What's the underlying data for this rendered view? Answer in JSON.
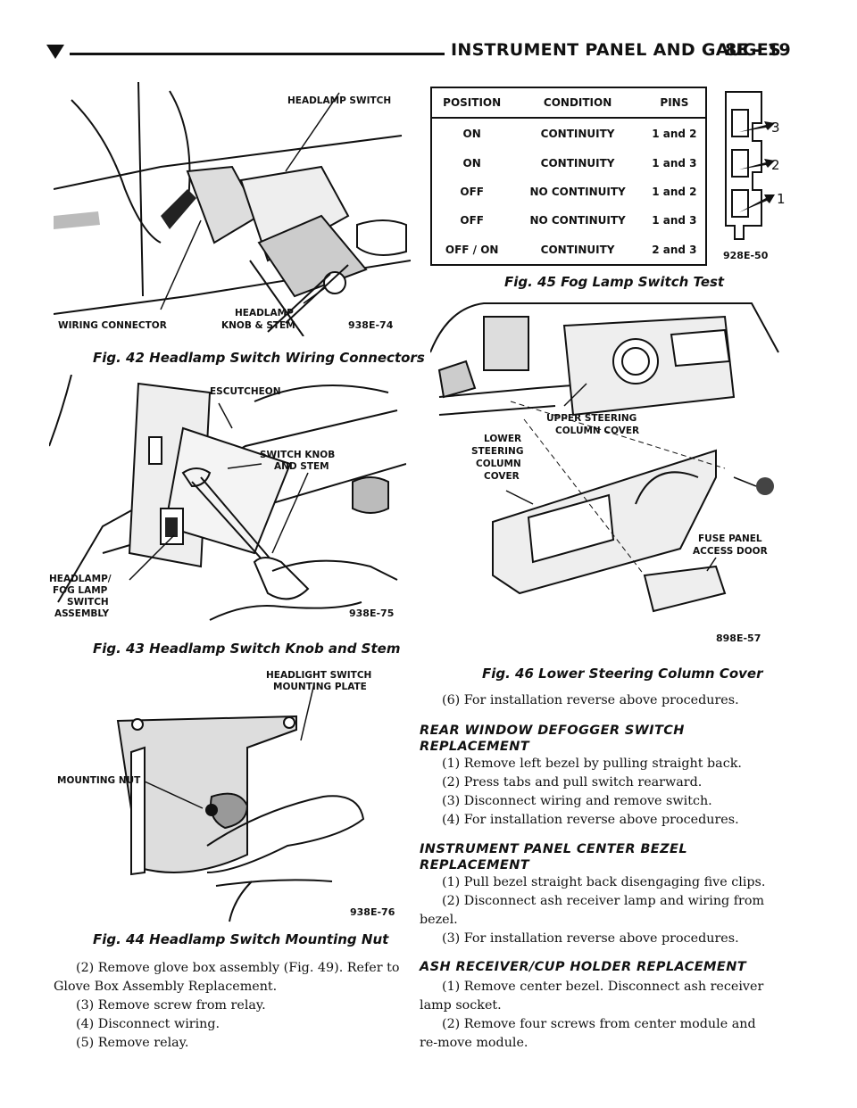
{
  "header": {
    "title": "INSTRUMENT PANEL AND GAUGES",
    "page": "8E - 19"
  },
  "fig42": {
    "labels": {
      "headlamp_switch": "HEADLAMP SWITCH",
      "wiring_connector": "WIRING CONNECTOR",
      "knob_line1": "HEADLAMP",
      "knob_line2": "KNOB & STEM",
      "code": "938E-74"
    },
    "caption": "Fig. 42 Headlamp Switch Wiring Connectors"
  },
  "fig43": {
    "labels": {
      "escutcheon": "ESCUTCHEON",
      "knob_line1": "SWITCH KNOB",
      "knob_line2": "AND STEM",
      "assy_line1": "HEADLAMP/",
      "assy_line2": "FOG LAMP",
      "assy_line3": "SWITCH",
      "assy_line4": "ASSEMBLY",
      "code": "938E-75"
    },
    "caption": "Fig. 43 Headlamp Switch Knob and Stem"
  },
  "fig44": {
    "labels": {
      "plate_line1": "HEADLIGHT SWITCH",
      "plate_line2": "MOUNTING PLATE",
      "nut": "MOUNTING NUT",
      "code": "938E-76"
    },
    "caption": "Fig. 44 Headlamp Switch Mounting Nut"
  },
  "fig45": {
    "table": {
      "headers": [
        "POSITION",
        "CONDITION",
        "PINS"
      ],
      "rows": [
        [
          "ON",
          "CONTINUITY",
          "1 and 2"
        ],
        [
          "ON",
          "CONTINUITY",
          "1 and 3"
        ],
        [
          "OFF",
          "NO CONTINUITY",
          "1 and 2"
        ],
        [
          "OFF",
          "NO CONTINUITY",
          "1 and 3"
        ],
        [
          "OFF / ON",
          "CONTINUITY",
          "2 and 3"
        ]
      ]
    },
    "pins": [
      "3",
      "2",
      "1"
    ],
    "code": "928E-50",
    "caption": "Fig. 45 Fog Lamp Switch Test"
  },
  "fig46": {
    "labels": {
      "upper_line1": "UPPER STEERING",
      "upper_line2": "COLUMN COVER",
      "lower_line1": "LOWER",
      "lower_line2": "STEERING",
      "lower_line3": "COLUMN",
      "lower_line4": "COVER",
      "fuse_line1": "FUSE PANEL",
      "fuse_line2": "ACCESS DOOR",
      "code": "898E-57"
    },
    "caption": "Fig. 46 Lower Steering Column Cover"
  },
  "left_text": {
    "p1": "(2) Remove glove box assembly (Fig. 49). Refer to Glove Box Assembly Replacement.",
    "p2": "(3) Remove screw from relay.",
    "p3": "(4) Disconnect wiring.",
    "p4": "(5) Remove relay."
  },
  "right_text": {
    "p0": "(6) For installation reverse above procedures.",
    "h1_line1": "REAR WINDOW DEFOGGER SWITCH",
    "h1_line2": "REPLACEMENT",
    "s1": [
      "(1) Remove left bezel by pulling straight back.",
      "(2) Press tabs and pull switch rearward.",
      "(3) Disconnect wiring and remove switch.",
      "(4) For installation reverse above procedures."
    ],
    "h2_line1": "INSTRUMENT PANEL CENTER BEZEL",
    "h2_line2": "REPLACEMENT",
    "s2_1": "(1) Pull bezel straight back disengaging five clips.",
    "s2_2": "(2) Disconnect ash receiver lamp and wiring from bezel.",
    "s2_3": "(3) For installation reverse above procedures.",
    "h3": "ASH RECEIVER/CUP HOLDER REPLACEMENT",
    "s3_1": "(1) Remove center bezel. Disconnect ash receiver lamp socket.",
    "s3_2": "(2) Remove four screws from center module and re-move module."
  }
}
